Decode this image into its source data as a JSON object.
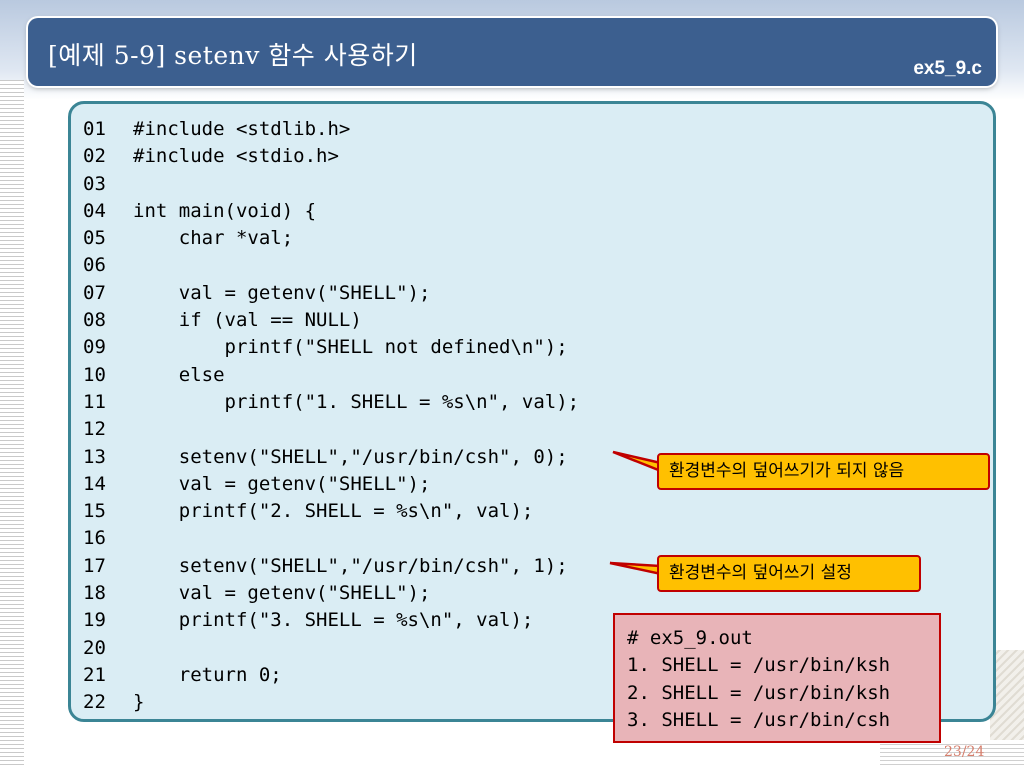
{
  "slide": {
    "title": "[예제 5-9] setenv 함수 사용하기",
    "file_name": "ex5_9.c",
    "page": "23/24"
  },
  "code": [
    {
      "num": "01",
      "text": "#include <stdlib.h>"
    },
    {
      "num": "02",
      "text": "#include <stdio.h>"
    },
    {
      "num": "03",
      "text": ""
    },
    {
      "num": "04",
      "text": "int main(void) {"
    },
    {
      "num": "05",
      "text": "    char *val;"
    },
    {
      "num": "06",
      "text": ""
    },
    {
      "num": "07",
      "text": "    val = getenv(\"SHELL\");"
    },
    {
      "num": "08",
      "text": "    if (val == NULL)"
    },
    {
      "num": "09",
      "text": "        printf(\"SHELL not defined\\n\");"
    },
    {
      "num": "10",
      "text": "    else"
    },
    {
      "num": "11",
      "text": "        printf(\"1. SHELL = %s\\n\", val);"
    },
    {
      "num": "12",
      "text": ""
    },
    {
      "num": "13",
      "text": "    setenv(\"SHELL\",\"/usr/bin/csh\", 0);"
    },
    {
      "num": "14",
      "text": "    val = getenv(\"SHELL\");"
    },
    {
      "num": "15",
      "text": "    printf(\"2. SHELL = %s\\n\", val);"
    },
    {
      "num": "16",
      "text": ""
    },
    {
      "num": "17",
      "text": "    setenv(\"SHELL\",\"/usr/bin/csh\", 1);"
    },
    {
      "num": "18",
      "text": "    val = getenv(\"SHELL\");"
    },
    {
      "num": "19",
      "text": "    printf(\"3. SHELL = %s\\n\", val);"
    },
    {
      "num": "20",
      "text": ""
    },
    {
      "num": "21",
      "text": "    return 0;"
    },
    {
      "num": "22",
      "text": "}"
    }
  ],
  "callouts": {
    "no_overwrite": "환경변수의 덮어쓰기가 되지 않음",
    "overwrite": "환경변수의 덮어쓰기 설정"
  },
  "output": {
    "lines": [
      "# ex5_9.out",
      "1. SHELL = /usr/bin/ksh",
      "2. SHELL = /usr/bin/ksh",
      "3. SHELL = /usr/bin/csh"
    ]
  },
  "colors": {
    "title_bar": "#3c5f8f",
    "code_bg": "#daedf4",
    "code_border": "#3b8595",
    "callout_fill": "#ffc000",
    "callout_border": "#c00000",
    "output_fill": "#e8b4b8"
  }
}
